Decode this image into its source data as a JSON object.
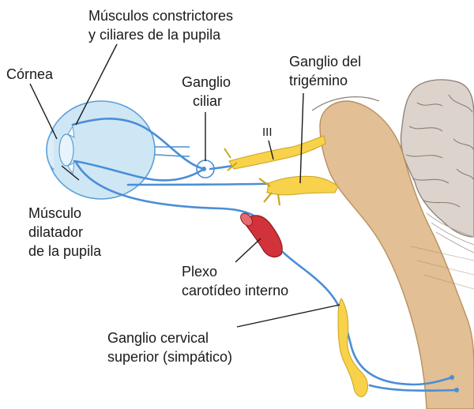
{
  "labels": {
    "muscles_line1": "Músculos constrictores",
    "muscles_line2": "y ciliares de la pupila",
    "cornea": "Córnea",
    "ciliary_ganglion_line1": "Ganglio",
    "ciliary_ganglion_line2": "ciliar",
    "trigeminal_line1": "Ganglio del",
    "trigeminal_line2": "trigémino",
    "nerve_iii": "III",
    "dilator_line1": "Músculo",
    "dilator_line2": "dilatador",
    "dilator_line3": "de la pupila",
    "plexus_line1": "Plexo",
    "plexus_line2": "carotídeo interno",
    "cervical_line1": "Ganglio cervical",
    "cervical_line2": "superior (simpático)"
  },
  "colors": {
    "nerve": "#4a8ed6",
    "eye_fill": "#cfe6f5",
    "eye_stroke": "#5a9fd8",
    "ganglion": "#f7d24a",
    "brainstem": "#e2bf94",
    "carotid": "#d2323a",
    "cortex": "#dcd3cc"
  }
}
